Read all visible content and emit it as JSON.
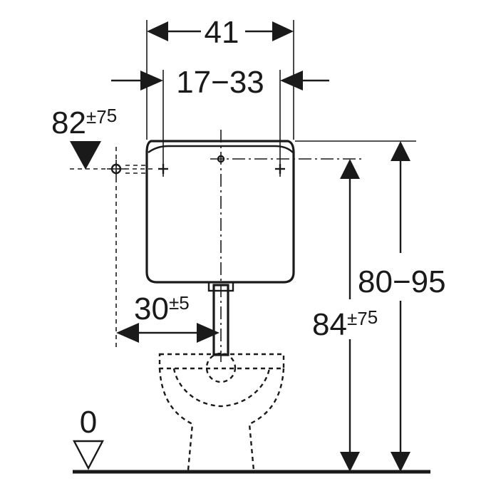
{
  "dimensions": {
    "width_outer": "41",
    "width_inner": "17−33",
    "height_mount": {
      "base": "82",
      "tolerance": "±7",
      "sup": "5"
    },
    "offset": {
      "base": "30",
      "tolerance": "±5"
    },
    "height_top": "80−95",
    "height_connection": {
      "base": "84",
      "tolerance": "±7",
      "sup": "5"
    },
    "floor_level": "0"
  },
  "colors": {
    "stroke": "#1a1a1a",
    "background": "#ffffff"
  }
}
